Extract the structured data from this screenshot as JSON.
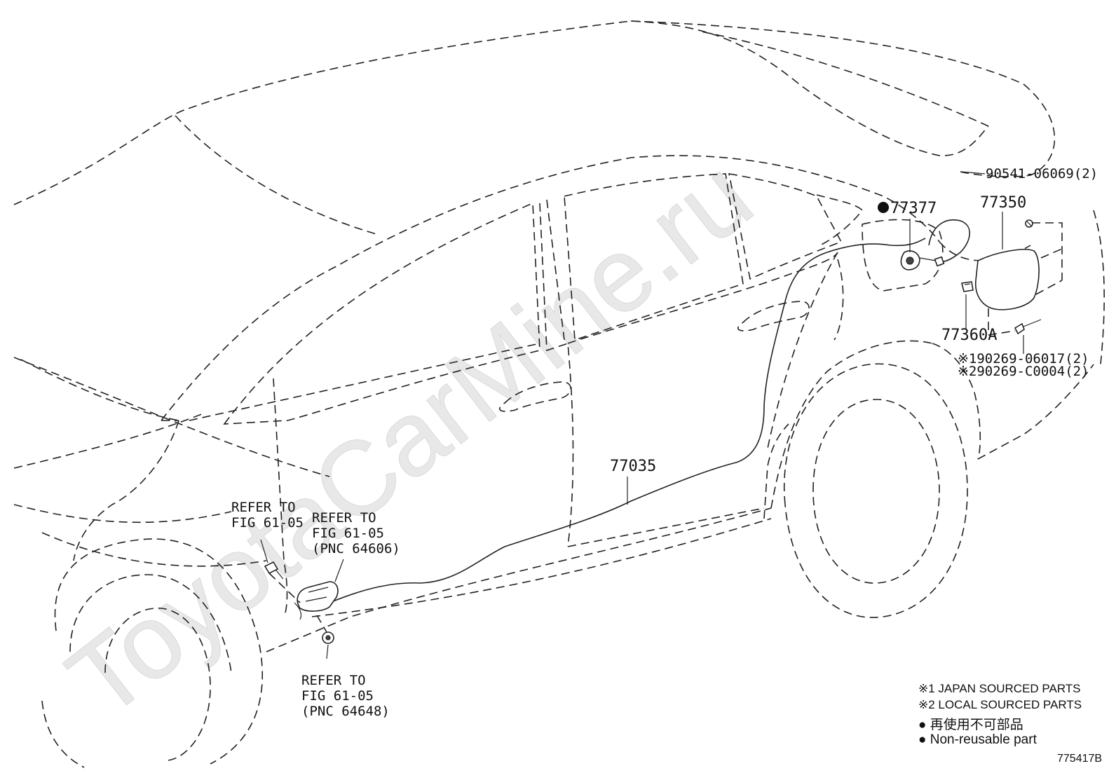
{
  "watermark": "ToyotaCarMine.ru",
  "callouts": {
    "p90541": "90541-06069(2)",
    "p77377": "77377",
    "p77350": "77350",
    "p77360a": "77360A",
    "p90269a": "※190269-06017(2)",
    "p90269b": "※290269-C0004(2)",
    "p77035": "77035"
  },
  "refers": {
    "r1": [
      "REFER TO",
      "FIG 61-05"
    ],
    "r2": [
      "REFER TO",
      "FIG 61-05",
      "(PNC 64606)"
    ],
    "r3": [
      "REFER TO",
      "FIG 61-05",
      "(PNC 64648)"
    ]
  },
  "legend": {
    "japan": "※1 JAPAN SOURCED PARTS",
    "local": "※2 LOCAL SOURCED PARTS",
    "jp_nonreuse": "再使用不可部品",
    "non_reuse": "Non-reusable part"
  },
  "figure_id": "775417B",
  "colors": {
    "line": "#222222",
    "watermark": "#e8e8e8"
  }
}
